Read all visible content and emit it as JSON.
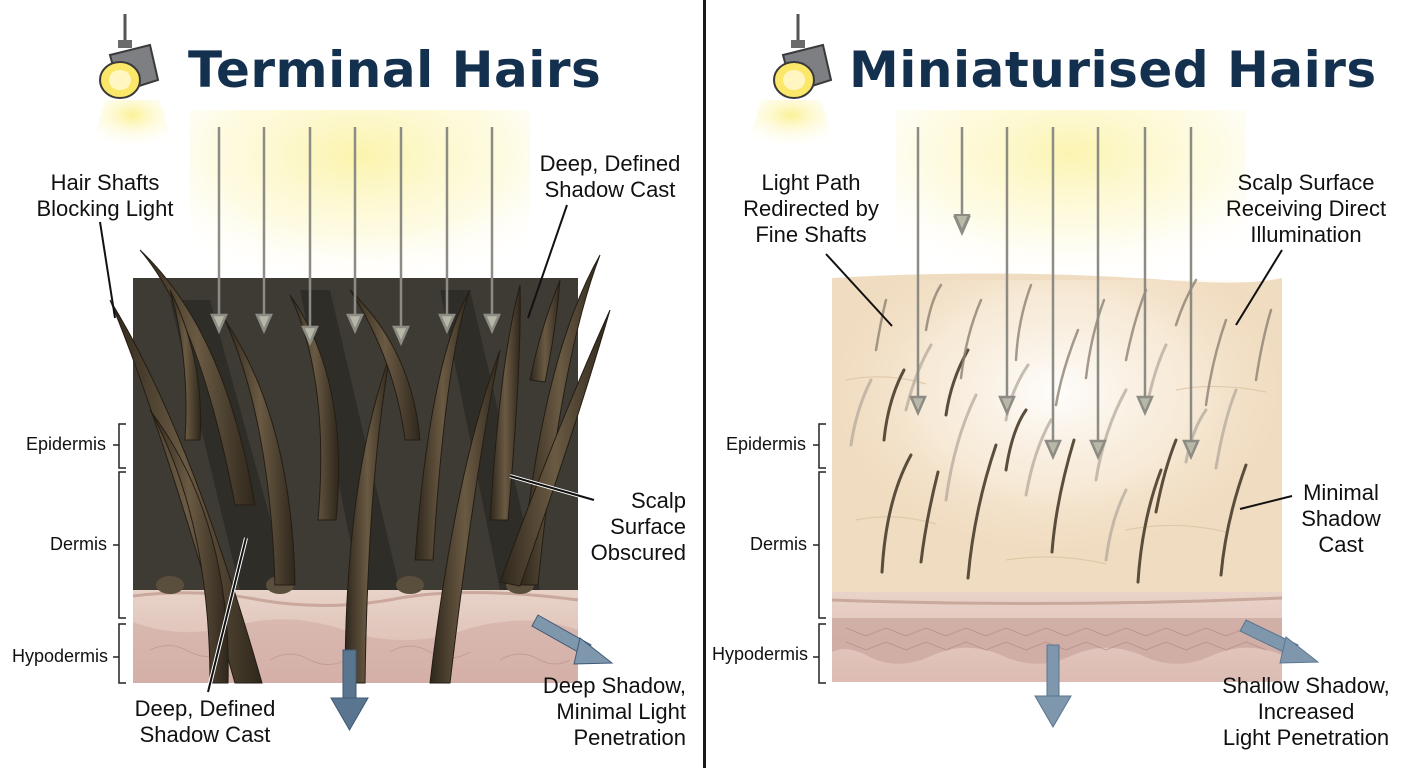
{
  "left": {
    "title": "Terminal Hairs",
    "labels": {
      "hair_shafts": [
        "Hair Shafts",
        "Blocking Light"
      ],
      "shadow_top": [
        "Deep, Defined",
        "Shadow Cast"
      ],
      "scalp_obscured": [
        "Scalp",
        "Surface",
        "Obscured"
      ],
      "shadow_bottom": [
        "Deep, Defined",
        "Shadow Cast"
      ],
      "penetration": [
        "Deep Shadow,",
        "Minimal Light",
        "Penetration"
      ]
    },
    "layers": [
      "Epidermis",
      "Dermis",
      "Hypodermis"
    ]
  },
  "right": {
    "title": "Miniaturised Hairs",
    "labels": {
      "light_path": [
        "Light Path",
        "Redirected by",
        "Fine Shafts"
      ],
      "scalp_illuminated": [
        "Scalp Surface",
        "Receiving Direct",
        "Illumination"
      ],
      "minimal_shadow": [
        "Minimal",
        "Shadow",
        "Cast"
      ],
      "penetration": [
        "Shallow Shadow,",
        "Increased",
        "Light Penetration"
      ]
    },
    "layers": [
      "Epidermis",
      "Dermis",
      "Hypodermis"
    ]
  },
  "icons": [
    "spotlight-icon",
    "down-arrow-icon"
  ],
  "colors": {
    "title": "#14304f",
    "light_beam": "#fbf3a8",
    "terminal_scalp": "#3e3b35",
    "terminal_hair": "#4a3f2f",
    "miniaturised_scalp": "#f0dcc0",
    "fine_hair": "#5a4d3c",
    "skin_pink": "#e6c9c2",
    "shadow_arrow": "#5a7590"
  }
}
